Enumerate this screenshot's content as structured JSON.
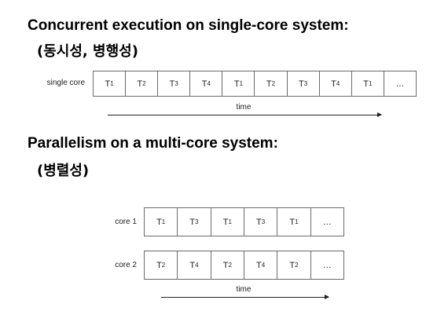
{
  "concurrent": {
    "title": "Concurrent execution on single-core system:",
    "subtitle": "(동시성, 병행성)",
    "rows": [
      {
        "label": "single core",
        "tasks": [
          {
            "name": "T",
            "sub": "1"
          },
          {
            "name": "T",
            "sub": "2"
          },
          {
            "name": "T",
            "sub": "3"
          },
          {
            "name": "T",
            "sub": "4"
          },
          {
            "name": "T",
            "sub": "1"
          },
          {
            "name": "T",
            "sub": "2"
          },
          {
            "name": "T",
            "sub": "3"
          },
          {
            "name": "T",
            "sub": "4"
          },
          {
            "name": "T",
            "sub": "1"
          },
          {
            "name": "…",
            "sub": ""
          }
        ]
      }
    ],
    "time_label": "time"
  },
  "parallel": {
    "title": "Parallelism on a multi-core system:",
    "subtitle": "(병렬성)",
    "rows": [
      {
        "label": "core 1",
        "tasks": [
          {
            "name": "T",
            "sub": "1"
          },
          {
            "name": "T",
            "sub": "3"
          },
          {
            "name": "T",
            "sub": "1"
          },
          {
            "name": "T",
            "sub": "3"
          },
          {
            "name": "T",
            "sub": "1"
          },
          {
            "name": "…",
            "sub": ""
          }
        ]
      },
      {
        "label": "core 2",
        "tasks": [
          {
            "name": "T",
            "sub": "2"
          },
          {
            "name": "T",
            "sub": "4"
          },
          {
            "name": "T",
            "sub": "2"
          },
          {
            "name": "T",
            "sub": "4"
          },
          {
            "name": "T",
            "sub": "2"
          },
          {
            "name": "…",
            "sub": ""
          }
        ]
      }
    ],
    "time_label": "time"
  }
}
